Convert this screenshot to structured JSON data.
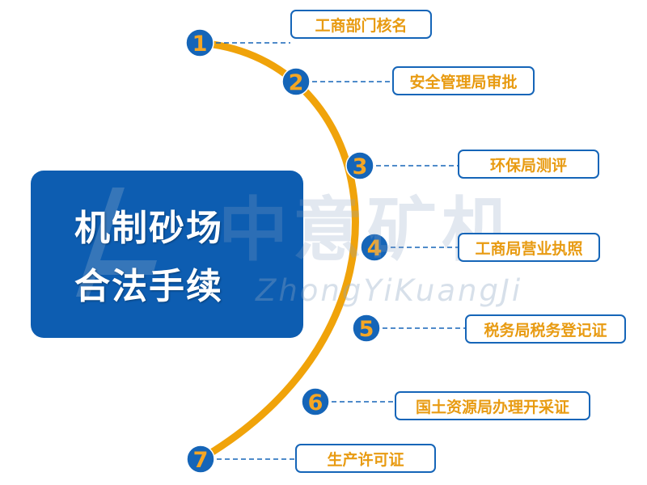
{
  "title": {
    "line1": "机制砂场",
    "line2": "合法手续"
  },
  "steps": [
    {
      "number": "1",
      "label": "工商部门核名"
    },
    {
      "number": "2",
      "label": "安全管理局审批"
    },
    {
      "number": "3",
      "label": "环保局测评"
    },
    {
      "number": "4",
      "label": "工商局营业执照"
    },
    {
      "number": "5",
      "label": "税务局税务登记证"
    },
    {
      "number": "6",
      "label": "国土资源局办理开采证"
    },
    {
      "number": "7",
      "label": "生产许可证"
    }
  ],
  "watermark": {
    "chinese": "中意矿机",
    "english": "ZhongYiKuangJi"
  },
  "colors": {
    "title_box": "#0d5db1",
    "arc": "#f0a30a",
    "node_fill": "#1565b8",
    "node_text": "#f5a623",
    "label_border": "#1565b8",
    "label_text": "#e89b12",
    "connector": "#1565b8"
  }
}
